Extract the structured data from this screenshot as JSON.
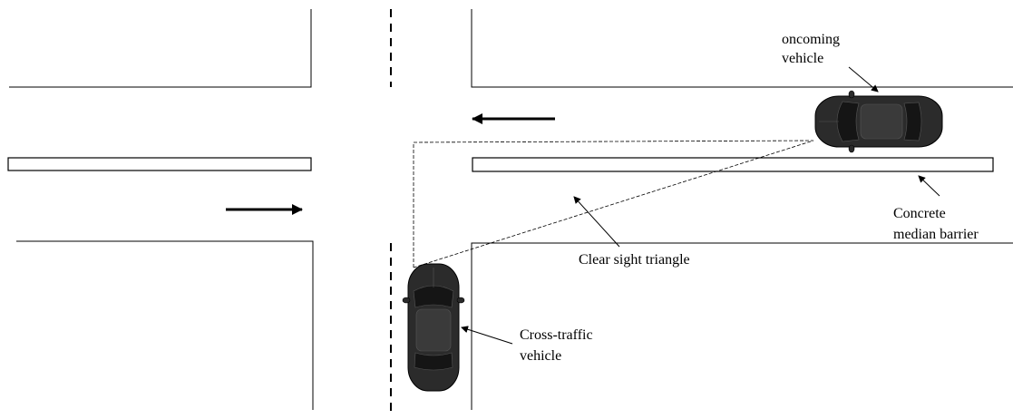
{
  "labels": {
    "oncoming_line1": "oncoming",
    "oncoming_line2": "vehicle",
    "barrier_line1": "Concrete",
    "barrier_line2": "median barrier",
    "sight_triangle": "Clear sight triangle",
    "cross_line1": "Cross-traffic",
    "cross_line2": "vehicle"
  },
  "colors": {
    "car_body": "#2b2b2b",
    "car_glass": "#151515",
    "line": "#000000",
    "background": "#ffffff"
  }
}
